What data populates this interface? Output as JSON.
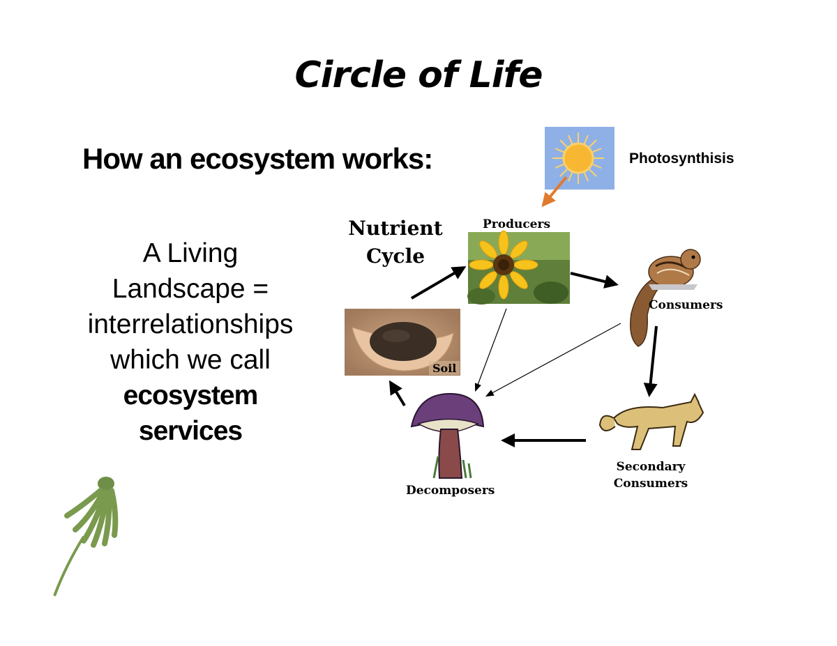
{
  "slide": {
    "title": "Circle of Life",
    "subtitle": "How an ecosystem works:",
    "photosynthesis_label": "Photosynthisis",
    "body_lines": [
      "A Living",
      "Landscape =",
      "interrelationships",
      "which we call"
    ],
    "body_bold_lines": [
      "ecosystem",
      "services"
    ]
  },
  "diagram": {
    "cycle_title": [
      "Nutrient",
      "Cycle"
    ],
    "labels": {
      "producers": "Producers",
      "consumers": "Consumers",
      "secondary_consumers": [
        "Secondary",
        "Consumers"
      ],
      "decomposers": "Decomposers",
      "soil": "Soil"
    },
    "colors": {
      "sun_sky": "#8fb0e6",
      "sun": "#f7b733",
      "photosynthesis_arrow": "#e07a2e",
      "leaf": "#7a9a4e",
      "soil": "#3a2e25"
    }
  }
}
